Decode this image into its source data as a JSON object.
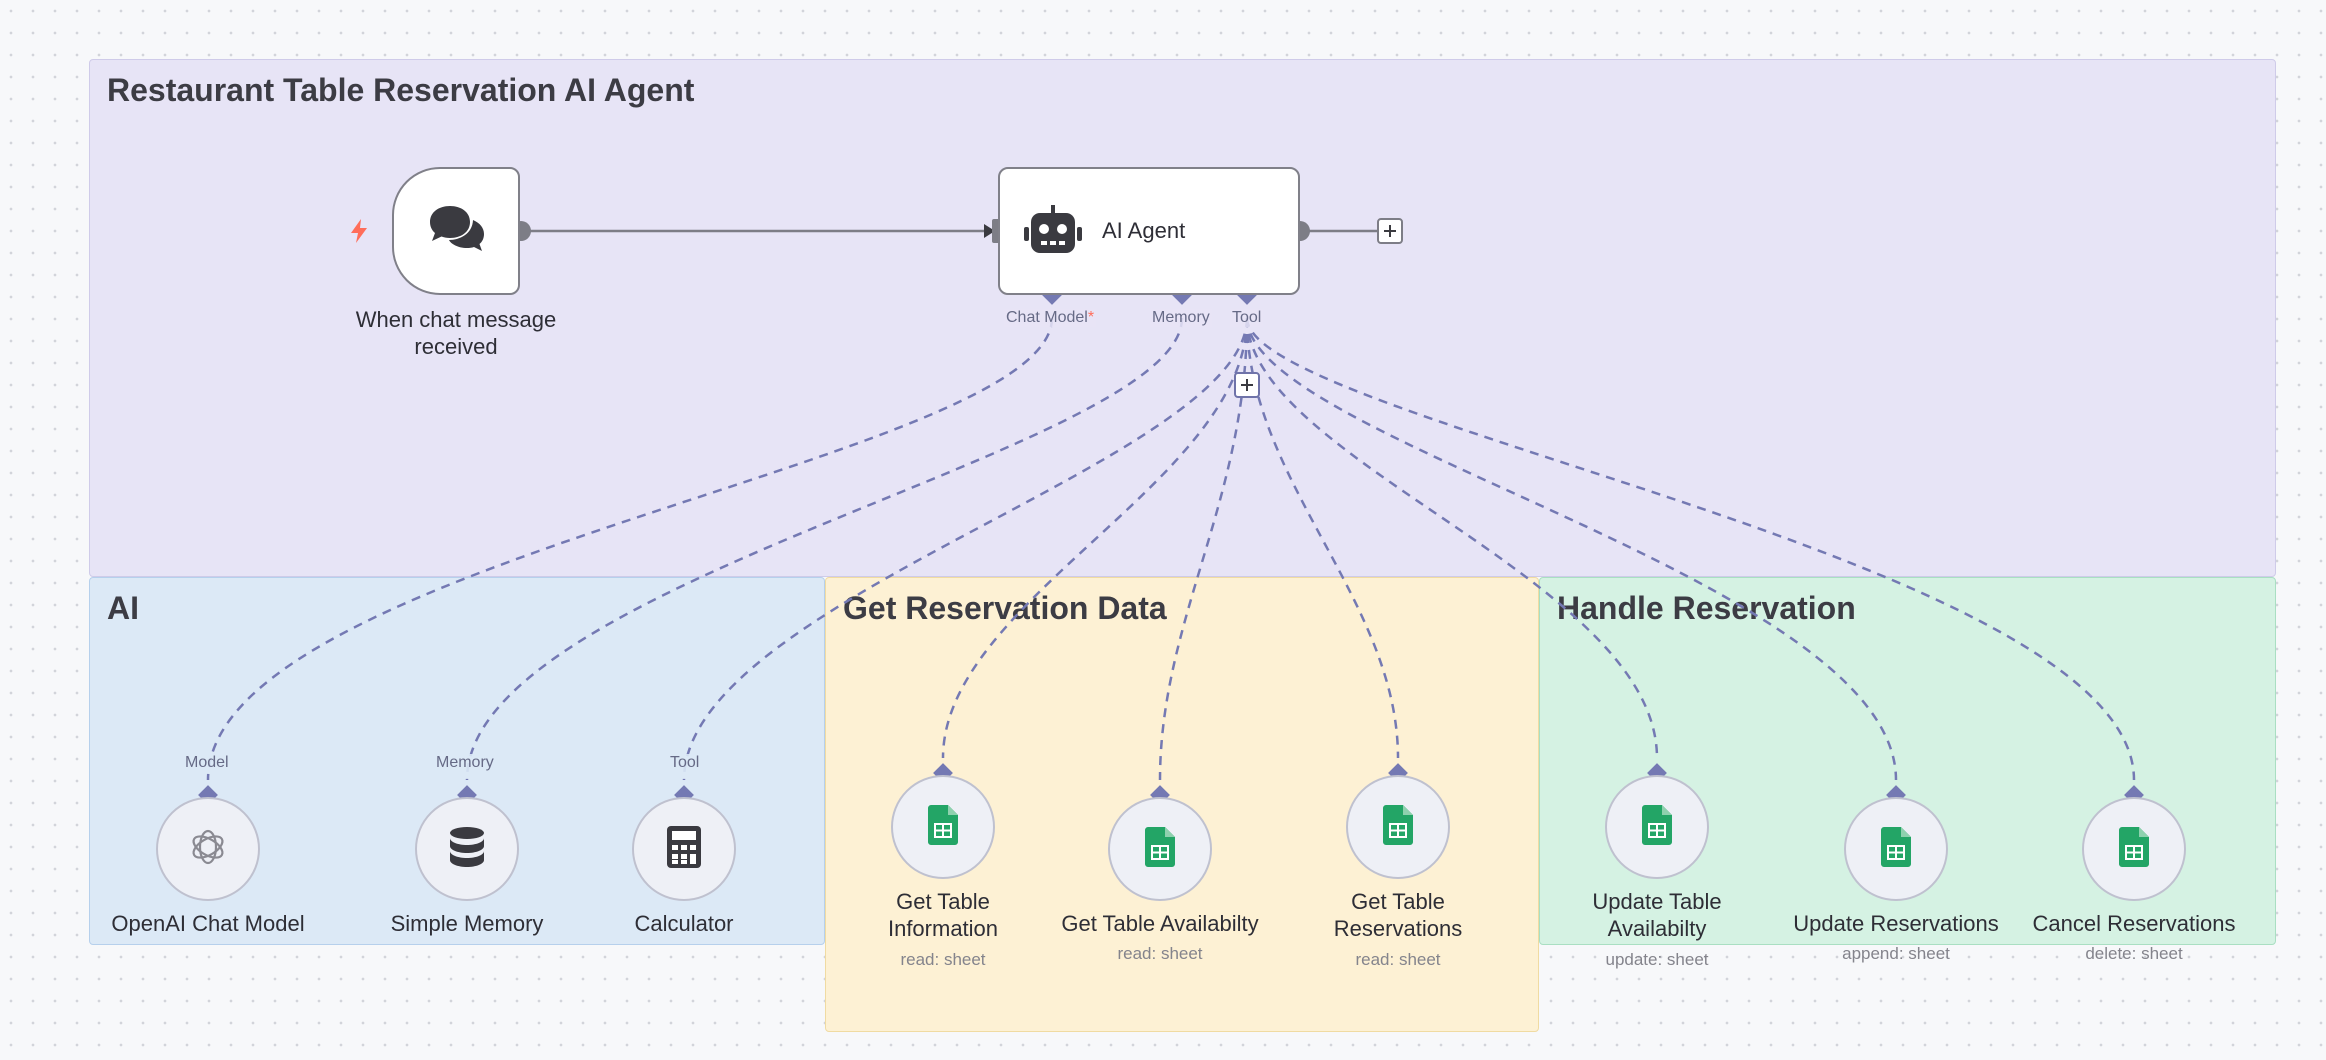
{
  "groups": {
    "main": "Restaurant Table Reservation AI Agent",
    "ai": "AI",
    "data": "Get Reservation Data",
    "handle": "Handle Reservation"
  },
  "trigger": {
    "label": "When chat message received",
    "icon": "chat-bubbles-icon"
  },
  "agent": {
    "title": "AI Agent",
    "icon": "robot-icon",
    "ports": {
      "chat_model": "Chat Model",
      "chat_model_required": "*",
      "memory": "Memory",
      "tool": "Tool"
    }
  },
  "sub_nodes": {
    "openai": {
      "label": "OpenAI Chat Model",
      "port": "Model",
      "icon": "openai-icon"
    },
    "memory": {
      "label": "Simple Memory",
      "port": "Memory",
      "icon": "database-icon"
    },
    "calculator": {
      "label": "Calculator",
      "port": "Tool",
      "icon": "calculator-icon"
    }
  },
  "sheet_nodes": [
    {
      "label": "Get Table Information",
      "sub": "read: sheet",
      "icon": "google-sheets-icon"
    },
    {
      "label": "Get Table Availabilty",
      "sub": "read: sheet",
      "icon": "google-sheets-icon"
    },
    {
      "label": "Get Table Reservations",
      "sub": "read: sheet",
      "icon": "google-sheets-icon"
    },
    {
      "label": "Update Table Availabilty",
      "sub": "update: sheet",
      "icon": "google-sheets-icon"
    },
    {
      "label": "Update Reservations",
      "sub": "append: sheet",
      "icon": "google-sheets-icon"
    },
    {
      "label": "Cancel Reservations",
      "sub": "delete: sheet",
      "icon": "google-sheets-icon"
    }
  ],
  "colors": {
    "wire": "#7479b3",
    "sheets_green": "#23a566",
    "trigger_bolt": "#ff6d5a"
  }
}
